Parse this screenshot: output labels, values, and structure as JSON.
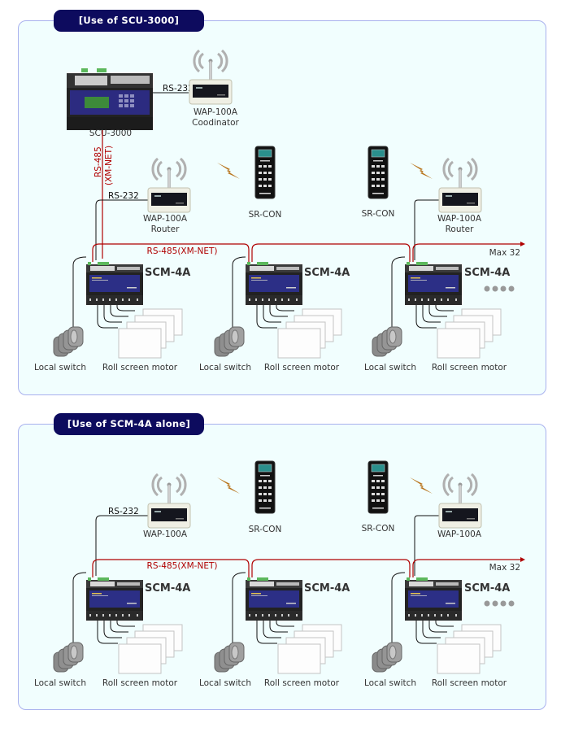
{
  "sections": [
    {
      "title": "[Use of SCU-3000]",
      "controller": {
        "name": "SCU-3000"
      },
      "coordinator": {
        "name": "WAP-100A",
        "role": "Coodinator",
        "link": "RS-232"
      },
      "trunk_label": "RS-485",
      "trunk_sublabel": "(XM-NET)",
      "bus_label": "RS-485(XM-NET)",
      "max_label": "Max 32",
      "routers": [
        {
          "name": "WAP-100A",
          "role": "Router",
          "link": "RS-232"
        },
        {
          "name": "WAP-100A",
          "role": "Router",
          "link": ""
        }
      ],
      "remotes": [
        {
          "name": "SR-CON"
        },
        {
          "name": "SR-CON"
        }
      ],
      "modules": [
        {
          "name": "SCM-4A",
          "switch_label": "Local switch",
          "motor_label": "Roll screen motor"
        },
        {
          "name": "SCM-4A",
          "switch_label": "Local switch",
          "motor_label": "Roll screen motor"
        },
        {
          "name": "SCM-4A",
          "switch_label": "Local switch",
          "motor_label": "Roll screen motor"
        }
      ]
    },
    {
      "title": "[Use of SCM-4A alone]",
      "bus_label": "RS-485(XM-NET)",
      "max_label": "Max 32",
      "routers": [
        {
          "name": "WAP-100A",
          "role": "",
          "link": "RS-232"
        },
        {
          "name": "WAP-100A",
          "role": "",
          "link": ""
        }
      ],
      "remotes": [
        {
          "name": "SR-CON"
        },
        {
          "name": "SR-CON"
        }
      ],
      "modules": [
        {
          "name": "SCM-4A",
          "switch_label": "Local switch",
          "motor_label": "Roll screen motor"
        },
        {
          "name": "SCM-4A",
          "switch_label": "Local switch",
          "motor_label": "Roll screen motor"
        },
        {
          "name": "SCM-4A",
          "switch_label": "Local switch",
          "motor_label": "Roll screen motor"
        }
      ]
    }
  ],
  "colors": {
    "tab_bg": "#0d0b5e",
    "panel_bg": "#f1fefe",
    "panel_border": "#a9b1ee",
    "rs485_line": "#b00000",
    "wire": "#111111",
    "lightning": "#b8731a"
  }
}
